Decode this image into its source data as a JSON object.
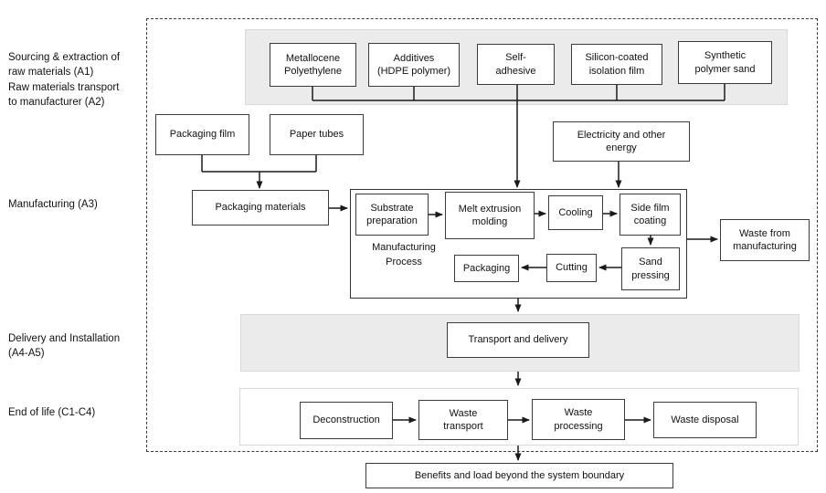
{
  "diagram_title": "Life cycle system boundary flow diagram",
  "colors": {
    "band_fill": "#ebebeb",
    "band_border": "#d9d9d9",
    "box_border": "#3b3b3b",
    "line": "#1a1a1a"
  },
  "side_labels": {
    "a1_a2": "Sourcing & extraction of\nraw materials (A1)\nRaw materials transport\nto manufacturer (A2)",
    "a3": "Manufacturing (A3)",
    "a4_a5": "Delivery and Installation\n(A4-A5)",
    "c1_c4": "End of life (C1-C4)"
  },
  "raw_materials": {
    "metallocene": "Metallocene\nPolyethylene",
    "additives": "Additives\n(HDPE polymer)",
    "self_adhesive": "Self-\nadhesive",
    "silicon": "Silicon-coated\nisolation film",
    "synthetic_sand": "Synthetic\npolymer sand"
  },
  "inputs": {
    "packaging_film": "Packaging film",
    "paper_tubes": "Paper tubes",
    "electricity": "Electricity and other\nenergy"
  },
  "manufacturing": {
    "packaging_materials": "Packaging materials",
    "process_label": "Manufacturing\nProcess",
    "substrate": "Substrate\npreparation",
    "melt_extrusion": "Melt extrusion\nmolding",
    "cooling": "Cooling",
    "side_film": "Side film\ncoating",
    "sand_pressing": "Sand\npressing",
    "cutting": "Cutting",
    "packaging": "Packaging",
    "waste": "Waste from\nmanufacturing"
  },
  "delivery": {
    "transport": "Transport and delivery"
  },
  "end_of_life": {
    "deconstruction": "Deconstruction",
    "waste_transport": "Waste\ntransport",
    "waste_processing": "Waste\nprocessing",
    "waste_disposal": "Waste disposal"
  },
  "footer": {
    "benefits": "Benefits and load beyond the system boundary"
  }
}
